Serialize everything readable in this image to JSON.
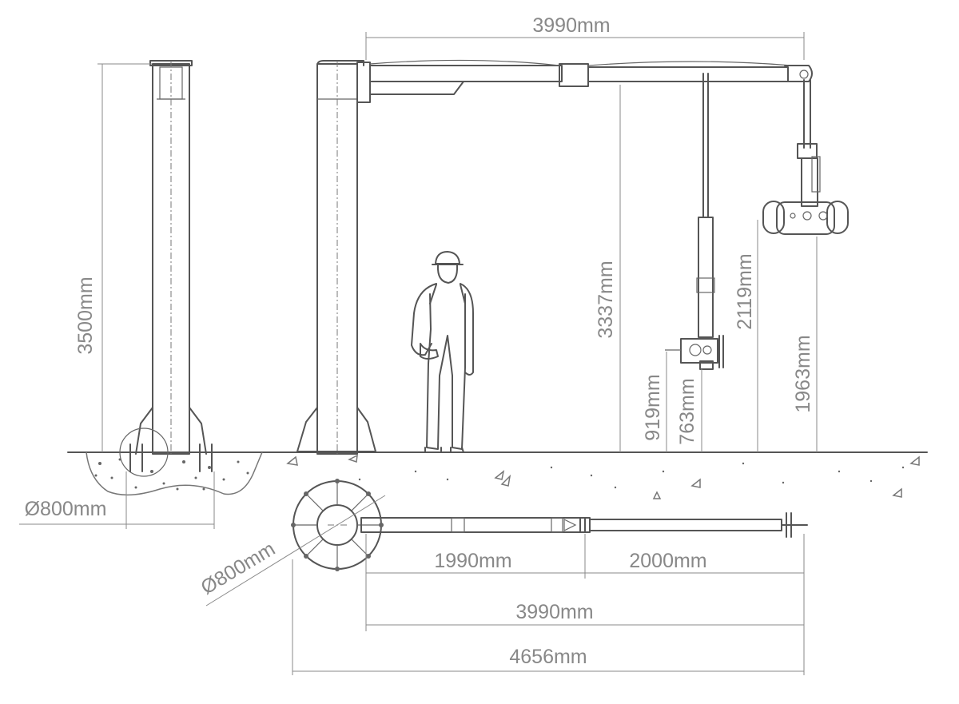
{
  "colors": {
    "line": "#555555",
    "dimension": "#888888",
    "background": "#ffffff"
  },
  "dimensions": {
    "boom_length_top": "3990mm",
    "column_height": "3500mm",
    "boom_underside_height": "3337mm",
    "tool_height_919": "919mm",
    "tool_height_763": "763mm",
    "gripper_top_height": "2119mm",
    "gripper_bottom_height": "1963mm",
    "foundation_diameter_side": "Ø800mm",
    "foundation_diameter_plan": "Ø800mm",
    "plan_segment_inner": "1990mm",
    "plan_segment_outer": "2000mm",
    "plan_boom_length": "3990mm",
    "plan_total_length": "4656mm"
  },
  "icons": [
    "worker-figure-icon",
    "vacuum-gripper-icon",
    "suction-tool-icon",
    "anchor-bolt-icon"
  ]
}
